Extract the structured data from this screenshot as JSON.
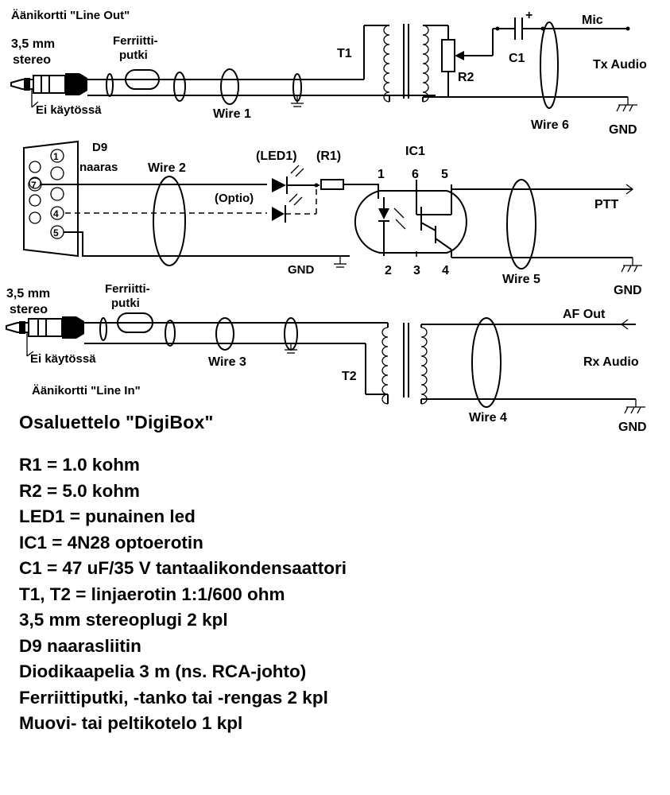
{
  "labels": {
    "line_out_title": "Äänikortti \"Line Out\"",
    "plug1_size": "3,5 mm",
    "plug1_type": "stereo",
    "ferrite1_a": "Ferriitti-",
    "ferrite1_b": "putki",
    "ei_kaytossa_1": "Ei käytössä",
    "wire1": "Wire 1",
    "t1": "T1",
    "r2": "R2",
    "c1": "C1",
    "c1_plus": "+",
    "mic": "Mic",
    "tx_audio": "Tx Audio",
    "wire6": "Wire 6",
    "gnd1": "GND",
    "d9": "D9",
    "naaras": "naaras",
    "wire2": "Wire 2",
    "led1": "(LED1)",
    "r1": "(R1)",
    "ic1": "IC1",
    "optio": "(Optio)",
    "gnd_mid": "GND",
    "ptt": "PTT",
    "wire5": "Wire 5",
    "gnd2": "GND",
    "pin1": "1",
    "pin2": "2",
    "pin3": "3",
    "pin4": "4",
    "pin5": "5",
    "pin6": "6",
    "d9_pin1": "1",
    "d9_pin4": "4",
    "d9_pin5": "5",
    "d9_pin7": "7",
    "plug2_size": "3,5 mm",
    "plug2_type": "stereo",
    "ferrite2_a": "Ferriitti-",
    "ferrite2_b": "putki",
    "ei_kaytossa_2": "Ei käytössä",
    "wire3": "Wire 3",
    "line_in_title": "Äänikortti \"Line In\"",
    "t2": "T2",
    "af_out": "AF Out",
    "rx_audio": "Rx Audio",
    "wire4": "Wire 4",
    "gnd3": "GND"
  },
  "parts_list": {
    "title": "Osaluettelo \"DigiBox\"",
    "items": [
      "R1 = 1.0 kohm",
      "R2 = 5.0 kohm",
      "LED1 = punainen led",
      "IC1 = 4N28 optoerotin",
      "C1 = 47 uF/35 V tantaalikondensaattori",
      "T1, T2 = linjaerotin 1:1/600 ohm",
      "3,5 mm stereoplugi 2 kpl",
      "D9 naarasliitin",
      "Diodikaapelia 3 m (ns. RCA-johto)",
      "Ferriittiputki, -tanko tai -rengas 2 kpl",
      "Muovi- tai peltikotelo 1 kpl"
    ]
  }
}
